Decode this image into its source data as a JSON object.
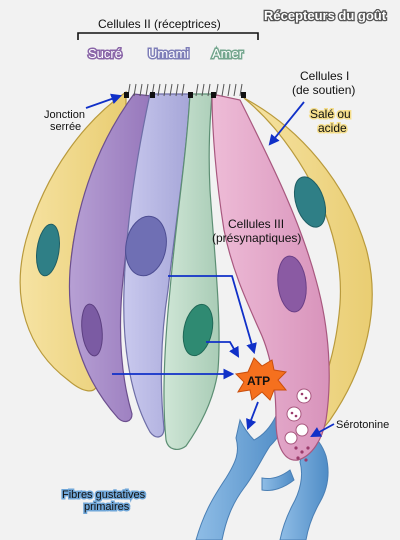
{
  "title": "Récepteurs du goût",
  "receptor_cells": {
    "label": "Cellules II (réceptrices)",
    "sweet": "Sucré",
    "umami": "Umami",
    "bitter": "Amer"
  },
  "support_cells": {
    "line1": "Cellules I",
    "line2": "(de soutien)"
  },
  "salty_sour": {
    "line1": "Salé ou",
    "line2": "acide"
  },
  "tight_junction": {
    "line1": "Jonction",
    "line2": "serrée"
  },
  "presynaptic_cells": {
    "line1": "Cellules III",
    "line2": "(présynaptiques)"
  },
  "atp": "ATP",
  "serotonin": "Sérotonine",
  "afferent_fibers": {
    "line1": "Fibres gustatives",
    "line2": "primaires"
  },
  "colors": {
    "support_cell": "#f0d98c",
    "sweet_cell": "#a487c6",
    "umami_cell": "#b7b7e2",
    "bitter_cell": "#bcd9c6",
    "presynaptic_cell": "#e2a8c9",
    "nerve_fiber": "#6aa2d4",
    "atp_burst": "#f5701e",
    "arrow": "#1030c8"
  }
}
